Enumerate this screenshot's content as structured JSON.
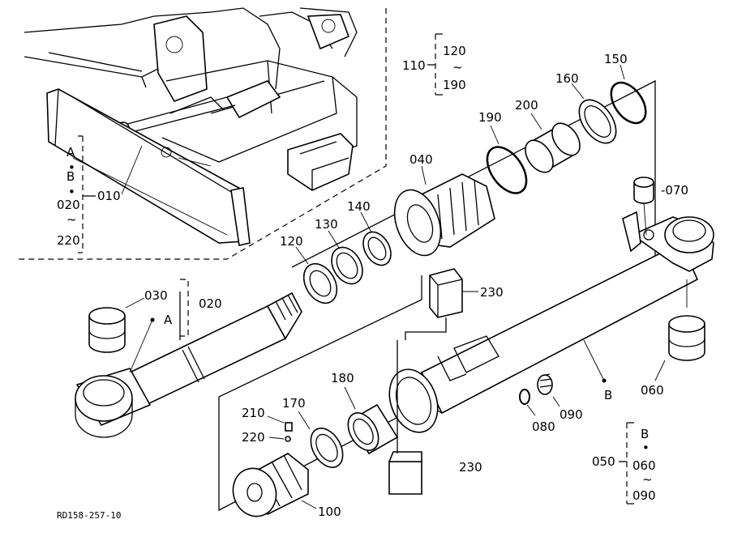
{
  "drawing_code": "RD158-257-10",
  "callouts": {
    "c010": "010",
    "c020_top": "020",
    "c030": "030",
    "c040": "040",
    "c050": "050",
    "c060": "060",
    "c070": "-070",
    "c080": "080",
    "c090": "090",
    "c100": "100",
    "c110": "110",
    "c120": "120",
    "c130": "130",
    "c140": "140",
    "c150": "150",
    "c160": "160",
    "c170": "170",
    "c180": "180",
    "c190": "190",
    "c200": "200",
    "c210": "210",
    "c220": "220",
    "c230_a": "230",
    "c230_b": "230",
    "letter_a": "A",
    "letter_b": "B"
  },
  "groups": {
    "g110": {
      "label": "110",
      "from": "120",
      "tilde": "~",
      "to": "190"
    },
    "g050": {
      "label": "050",
      "letter": "B",
      "dot": "•",
      "from": "060",
      "tilde": "~",
      "to": "090"
    },
    "g010": {
      "letter1": "A",
      "dot1": "•",
      "letter2": "B",
      "dot2": "•",
      "from": "020",
      "tilde": "~",
      "to": "220"
    }
  }
}
